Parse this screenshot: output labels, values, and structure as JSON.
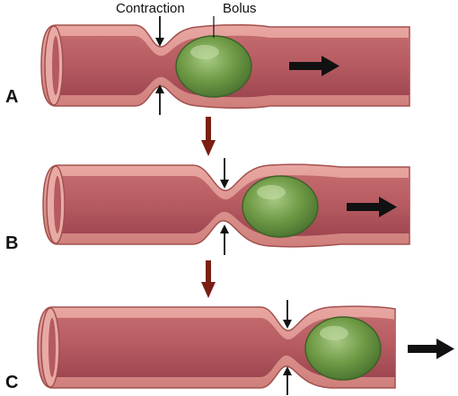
{
  "labels": {
    "contraction": "Contraction",
    "bolus": "Bolus"
  },
  "panels": [
    {
      "letter": "A"
    },
    {
      "letter": "B"
    },
    {
      "letter": "C"
    }
  ],
  "colors": {
    "tube_outer": "#d98b86",
    "tube_inner": "#c06a6a",
    "tube_lumen": "#a94e55",
    "tube_highlight": "#ecb3ad",
    "bolus": "#6f9a45",
    "bolus_dark": "#4f7a33",
    "bolus_light": "#a7c984",
    "flow_arrow": "#111111",
    "step_arrow": "#7a1f12"
  }
}
